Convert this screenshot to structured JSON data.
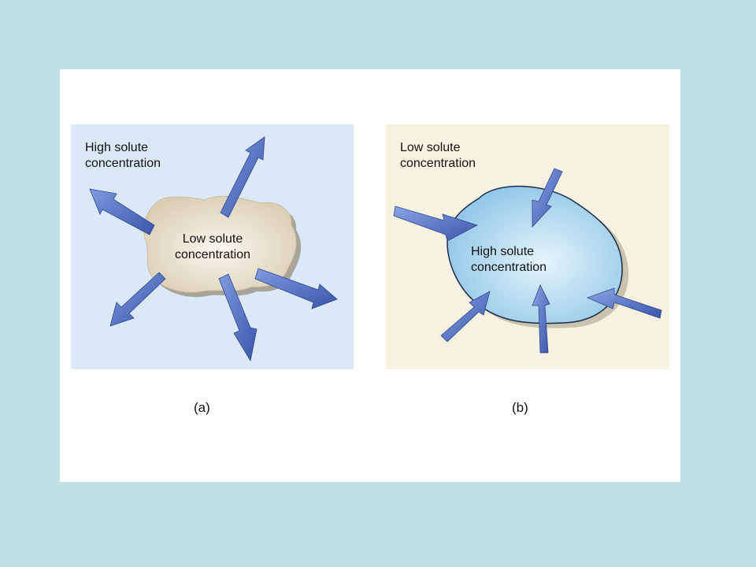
{
  "panel_a": {
    "outer_label": "High solute\nconcentration",
    "inner_label": "Low solute\nconcentration",
    "caption": "(a)"
  },
  "panel_b": {
    "outer_label": "Low solute\nconcentration",
    "inner_label": "High solute\nconcentration",
    "caption": "(b)"
  },
  "colors": {
    "slide_background": "#bfe0e3",
    "panel_a_background": "#dbe8f6",
    "panel_b_background": "#f6f2e2",
    "arrow_blue": "#4f6ec2",
    "cell_a_fill": "#ede6d6",
    "cell_b_fill": "#a9d5ef"
  }
}
